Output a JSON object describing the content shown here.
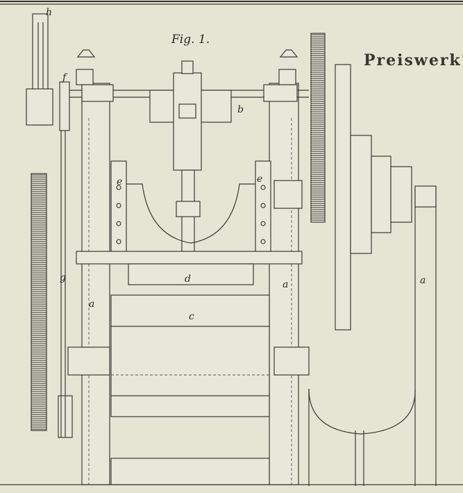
{
  "figure": {
    "title": "Fig. 1.",
    "header_text": "Preiswerk's",
    "labels": {
      "h": "h",
      "f": "f",
      "b": "b",
      "e_left": "e",
      "e_right": "e",
      "d": "d",
      "c": "c",
      "a_left": "a",
      "a_center": "a",
      "a_right": "a",
      "g": "g"
    }
  },
  "colors": {
    "paper": "#e6e5d3",
    "ink": "#3a3a34"
  }
}
